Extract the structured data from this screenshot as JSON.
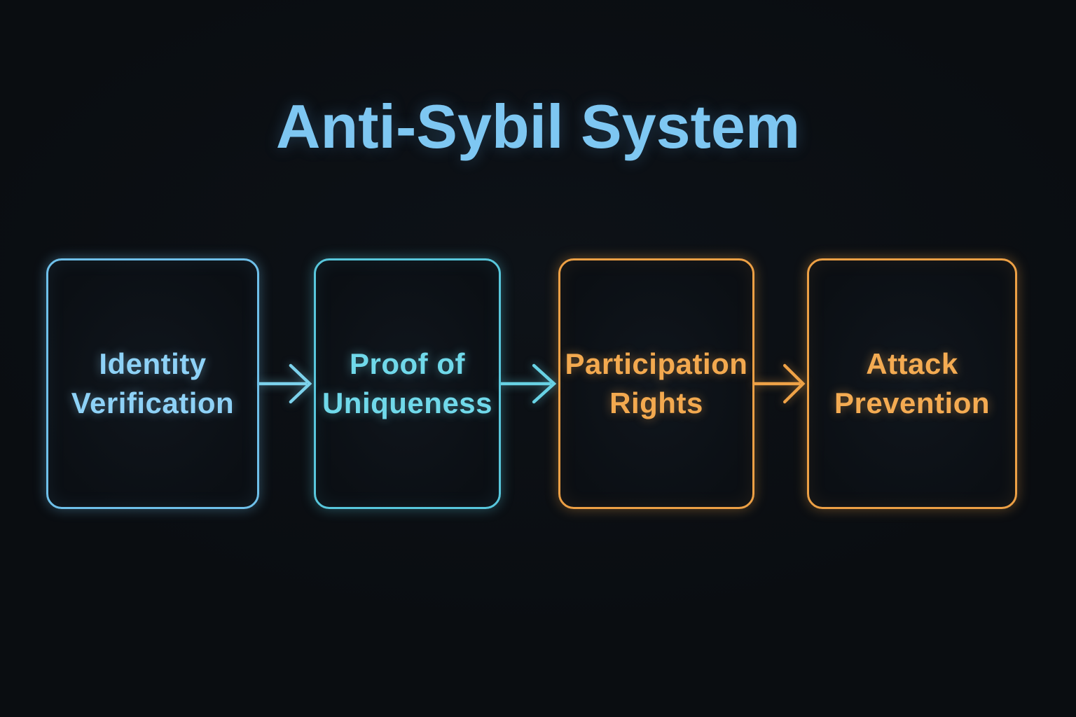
{
  "title": "Anti-Sybil System",
  "colors": {
    "background": "#0a0d11",
    "title": "#7ec7f2"
  },
  "flow": {
    "nodes": [
      {
        "id": "identity-verification",
        "line1": "Identity",
        "line2": "Verification",
        "border_color": "#6fc0ea",
        "text_color": "#8ed2f7"
      },
      {
        "id": "proof-of-uniqueness",
        "line1": "Proof of",
        "line2": "Uniqueness",
        "border_color": "#58c7dc",
        "text_color": "#70d9ea"
      },
      {
        "id": "participation-rights",
        "line1": "Participation",
        "line2": "Rights",
        "border_color": "#eda045",
        "text_color": "#f3a94f"
      },
      {
        "id": "attack-prevention",
        "line1": "Attack",
        "line2": "Prevention",
        "border_color": "#eda045",
        "text_color": "#f4ab52"
      }
    ],
    "arrows": [
      {
        "from": "identity-verification",
        "to": "proof-of-uniqueness",
        "color": "#7cd2ec"
      },
      {
        "from": "proof-of-uniqueness",
        "to": "participation-rights",
        "color": "#68d2e4"
      },
      {
        "from": "participation-rights",
        "to": "attack-prevention",
        "color": "#efa247"
      }
    ]
  }
}
